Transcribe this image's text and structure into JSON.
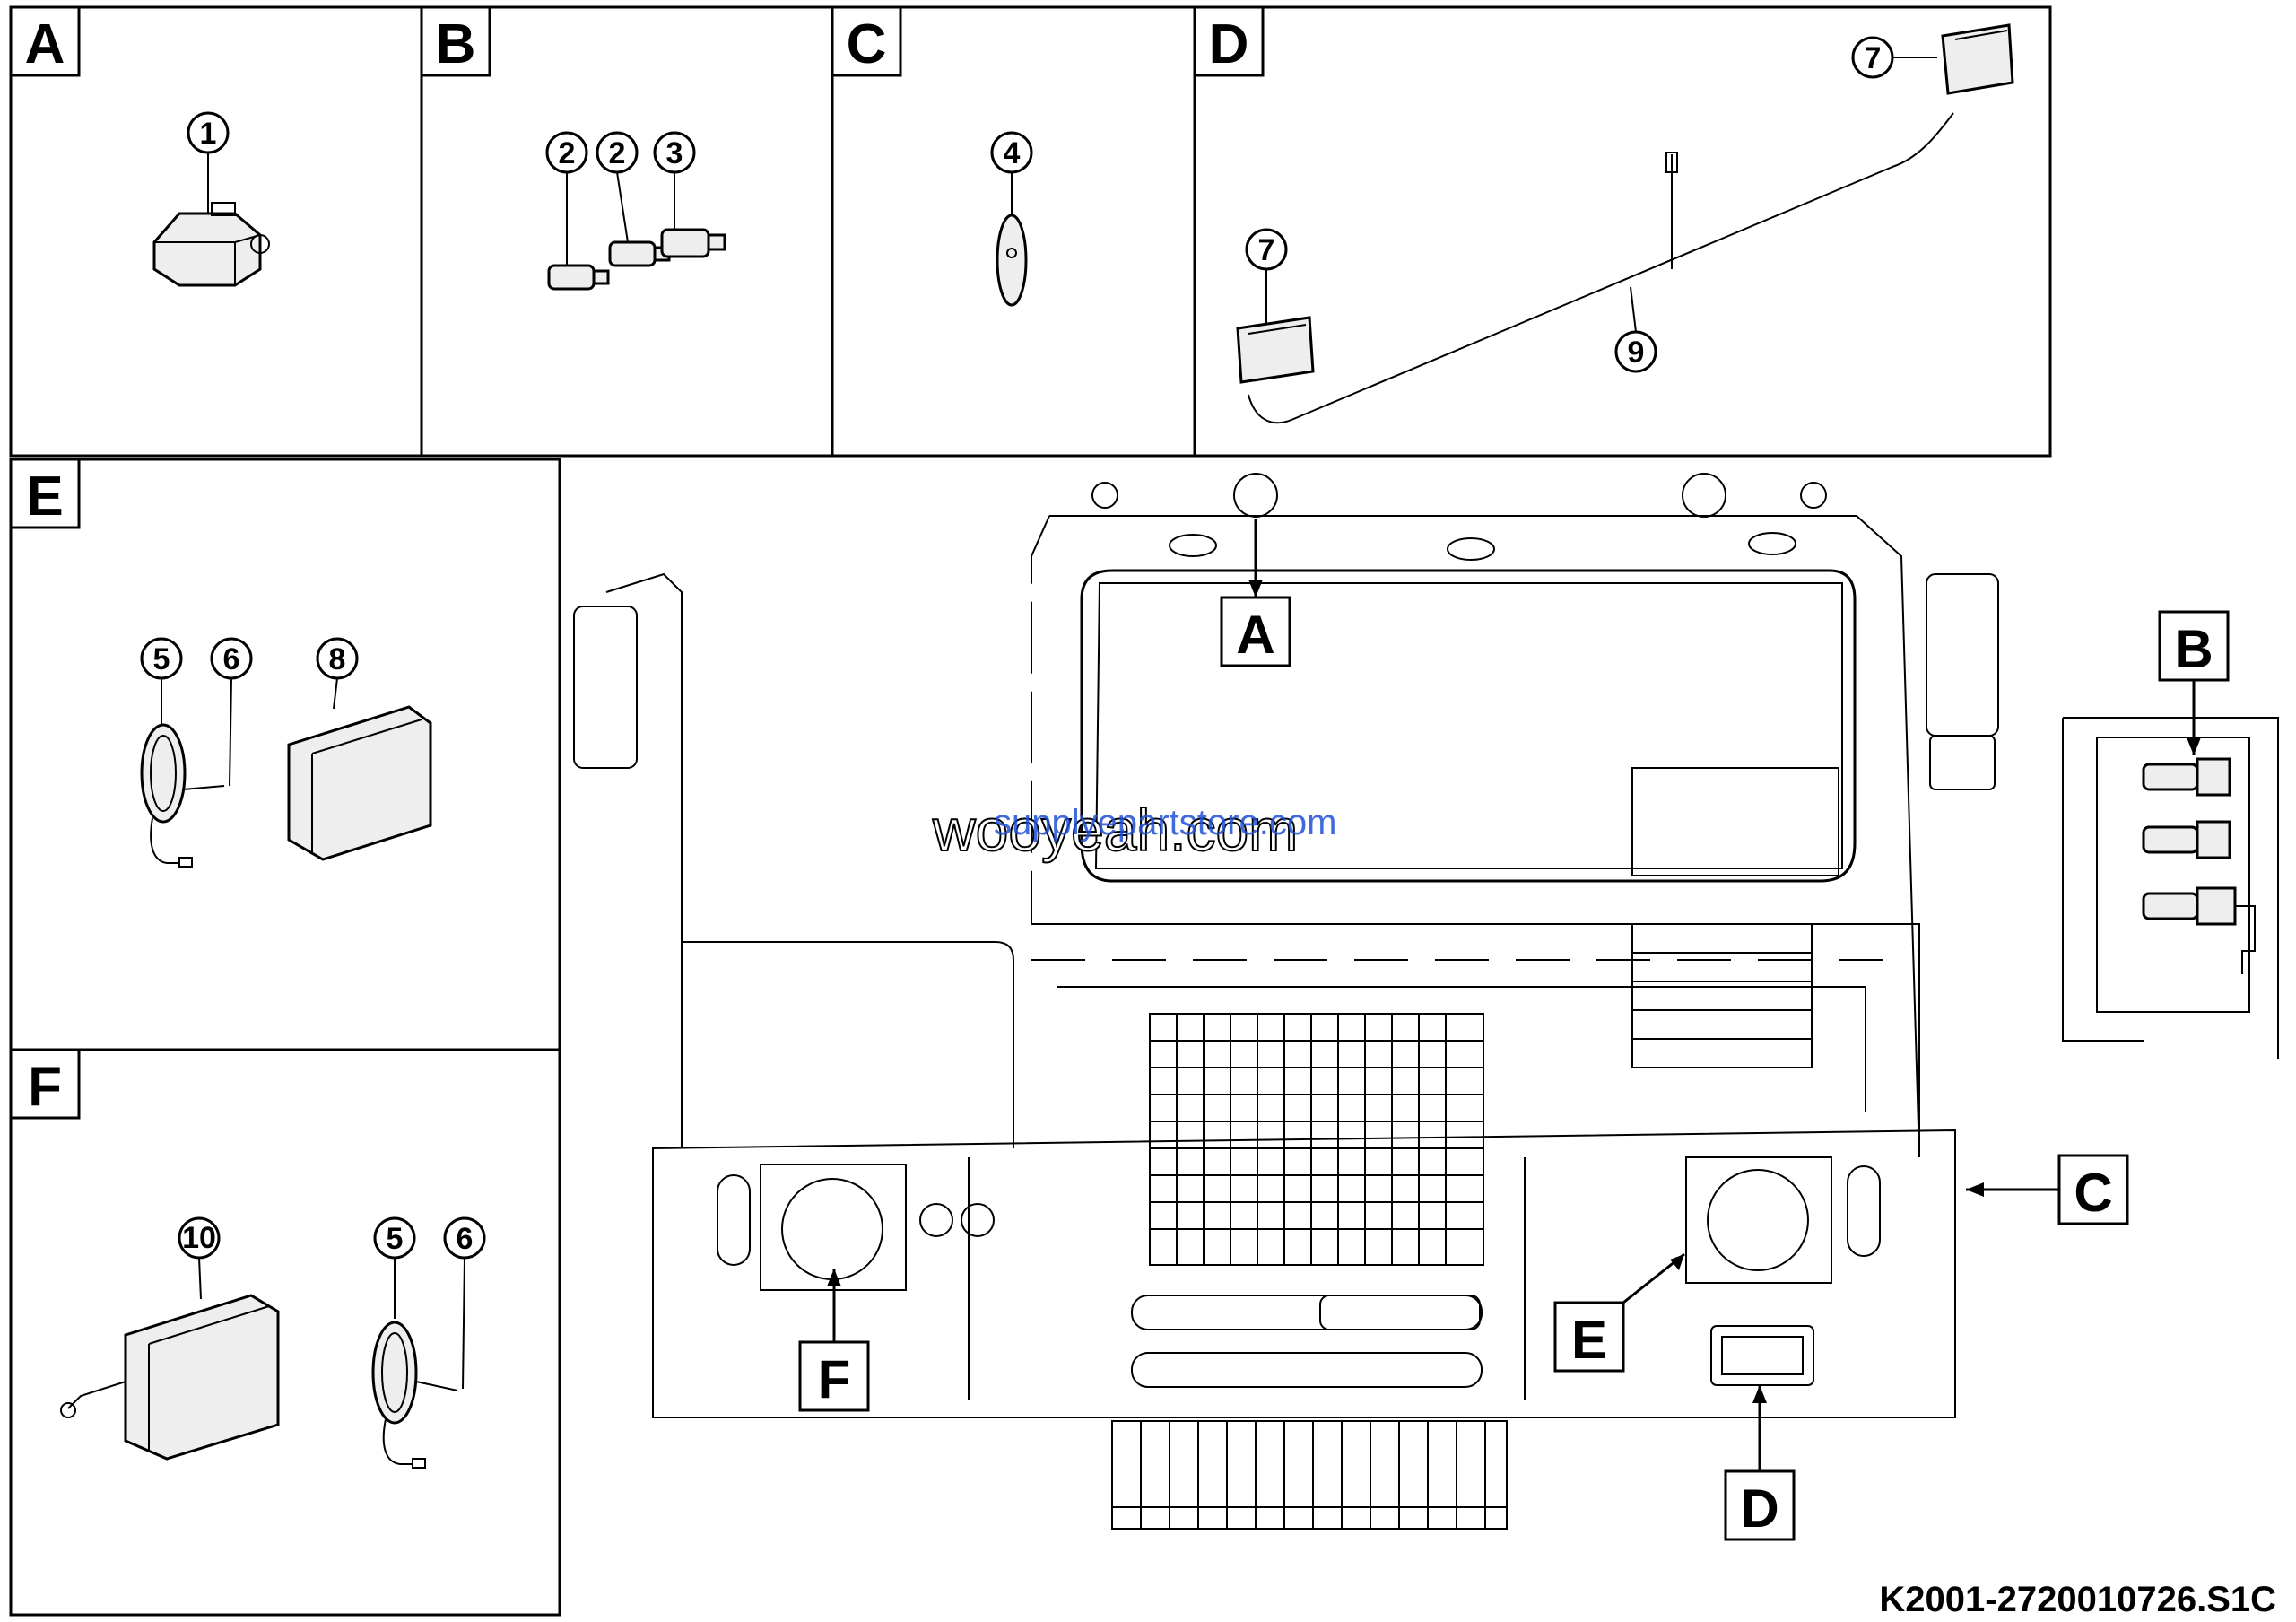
{
  "panels": {
    "A": {
      "letter": "A",
      "callouts": [
        "1"
      ]
    },
    "B": {
      "letter": "B",
      "callouts": [
        "2",
        "2",
        "3"
      ]
    },
    "C": {
      "letter": "C",
      "callouts": [
        "4"
      ]
    },
    "D": {
      "letter": "D",
      "callouts": [
        "7",
        "7",
        "9"
      ]
    },
    "E": {
      "letter": "E",
      "callouts": [
        "5",
        "6",
        "8"
      ]
    },
    "F": {
      "letter": "F",
      "callouts": [
        "10",
        "5",
        "6"
      ]
    }
  },
  "main_labels": {
    "A": "A",
    "B": "B",
    "C": "C",
    "D": "D",
    "E": "E",
    "F": "F"
  },
  "watermark": {
    "primary": "wooyeah.com",
    "secondary": "supplyepartstore.com"
  },
  "drawing_code": "K2001-2720010726.S1C",
  "colors": {
    "line": "#000000",
    "watermark": "#1f4fd6",
    "part_fill": "#eeeeee"
  }
}
